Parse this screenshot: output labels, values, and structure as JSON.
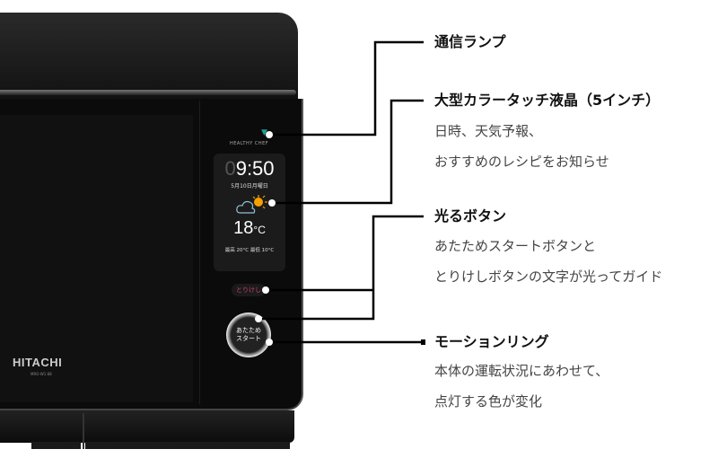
{
  "product": {
    "brand": "HITACHI",
    "model": "MRO-W1 88",
    "panel_logo": "HEALTHY CHEF",
    "screen": {
      "time_dim_digit": "0",
      "time": "9:50",
      "date": "5月10日月曜日",
      "weather_icon": "partly-cloudy-icon",
      "temperature": "18",
      "temperature_unit": "°C",
      "high_low": "最高 20°C 最低 10°C"
    },
    "cancel_button": "とりけし",
    "start_button": [
      "あたため",
      "スタート"
    ]
  },
  "callouts": [
    {
      "title": "通信ランプ",
      "lines": []
    },
    {
      "title": "大型カラータッチ液晶（5インチ）",
      "lines": [
        "日時、天気予報、",
        "おすすめのレシピをお知らせ"
      ]
    },
    {
      "title": "光るボタン",
      "lines": [
        "あたためスタートボタンと",
        "とりけしボタンの文字が光ってガイド"
      ]
    },
    {
      "title": "モーションリング",
      "lines": [
        "本体の運転状況にあわせて、",
        "点灯する色が変化"
      ]
    }
  ]
}
